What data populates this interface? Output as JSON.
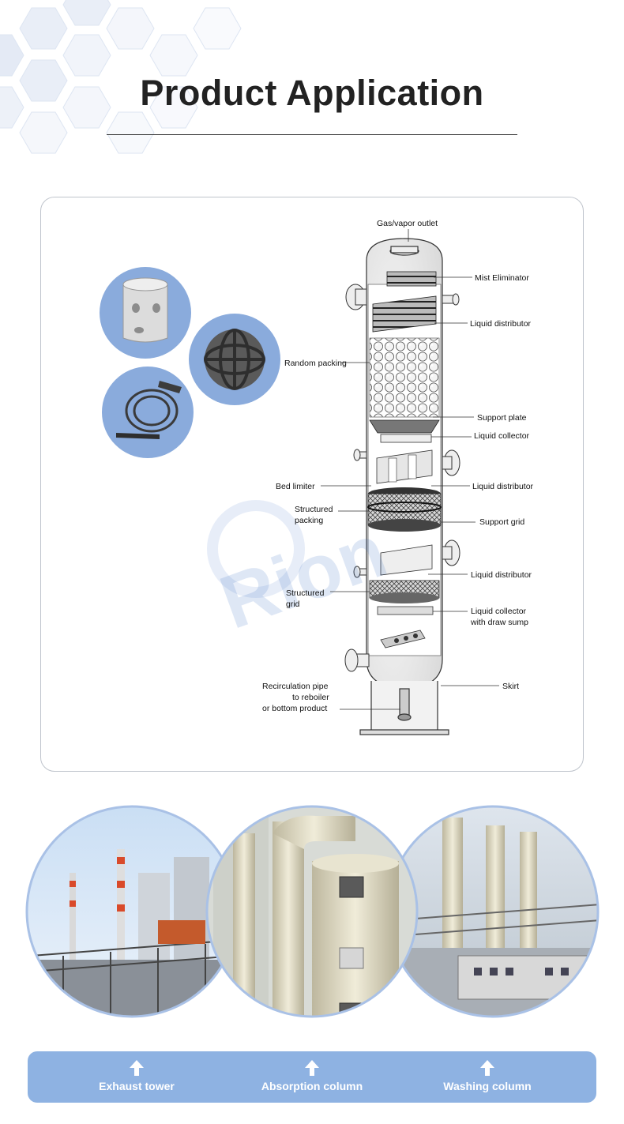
{
  "page": {
    "title": "Product Application"
  },
  "diagram": {
    "labels": {
      "gas_outlet": "Gas/vapor outlet",
      "mist_eliminator": "Mist Eliminator",
      "liquid_distributor_1": "Liquid distributor",
      "random_packing": "Random packing",
      "support_plate": "Support plate",
      "liquid_collector": "Liquid collector",
      "bed_limiter": "Bed limiter",
      "liquid_distributor_2": "Liquid distributor",
      "structured_packing_1": "Structured",
      "structured_packing_2": "packing",
      "support_grid": "Support grid",
      "liquid_distributor_3": "Liquid distributor",
      "structured_grid_1": "Structured",
      "structured_grid_2": "grid",
      "liquid_collector_sump_1": "Liquid collector",
      "liquid_collector_sump_2": "with draw sump",
      "recirc_1": "Recirculation pipe",
      "recirc_2": "to reboiler",
      "recirc_3": "or bottom  product",
      "skirt": "Skirt"
    }
  },
  "applications": [
    {
      "label": "Exhaust tower"
    },
    {
      "label": "Absorption column"
    },
    {
      "label": "Washing column"
    }
  ],
  "colors": {
    "accent": "#8eb2e2",
    "circle_bg": "#8aabdc",
    "ring": "#a9c1e6"
  }
}
